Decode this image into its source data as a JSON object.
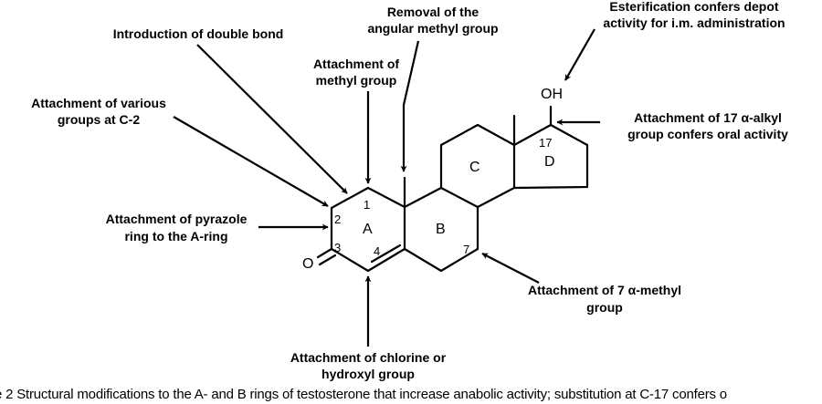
{
  "labels": {
    "double_bond": "Introduction of double bond",
    "removal_1": "Removal of the",
    "removal_2": "angular methyl group",
    "esterification_1": "Esterification confers depot",
    "esterification_2": "activity for i.m. administration",
    "methyl_1": "Attachment of",
    "methyl_2": "methyl group",
    "various_1": "Attachment of various",
    "various_2": "groups at C-2",
    "pyrazole_1": "Attachment of pyrazole",
    "pyrazole_2": "ring to the A-ring",
    "alkyl17_1": "Attachment of 17 α-alkyl",
    "alkyl17_2": "group confers oral activity",
    "methyl7_1": "Attachment of 7 α-methyl",
    "methyl7_2": "group",
    "chlorine_1": "Attachment of chlorine or",
    "chlorine_2": "hydroxyl group"
  },
  "molecule": {
    "atoms": {
      "oh": "OH",
      "o": "O"
    },
    "rings": {
      "a": "A",
      "b": "B",
      "c": "C",
      "d": "D"
    },
    "positions": {
      "p1": "1",
      "p2": "2",
      "p3": "3",
      "p4": "4",
      "p7": "7",
      "p17": "17"
    }
  },
  "caption": "e 2   Structural modifications to the A- and B rings of testosterone that increase anabolic activity; substitution at C-17 confers o"
}
